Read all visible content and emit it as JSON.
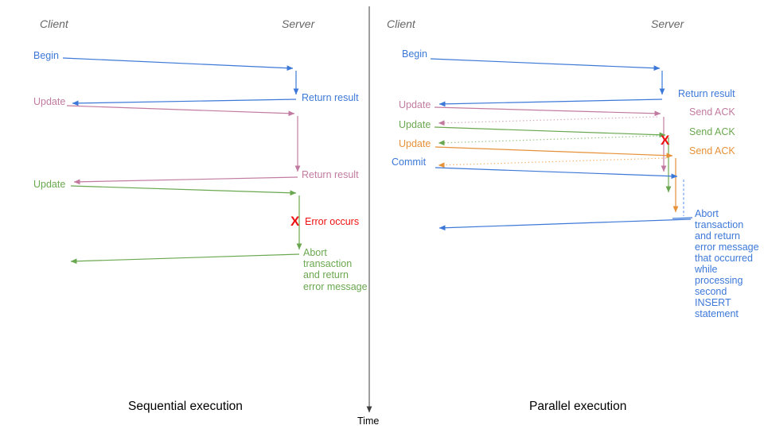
{
  "palette": {
    "blue": "#3c78d8",
    "pink": "#c27ba0",
    "green": "#6aa84f",
    "orange": "#e69138",
    "red": "#ee1111",
    "light-blue": "#6d9eeb",
    "light-pink": "#d5a6bd",
    "light-green": "#93c47d",
    "light-orange": "#f6b26b",
    "header-gray": "#666666",
    "axis-gray": "#3d3d3d",
    "title-black": "#000000"
  },
  "time_axis": {
    "label": "Time"
  },
  "sequential": {
    "title": "Sequential execution",
    "client_header": "Client",
    "server_header": "Server",
    "labels": {
      "begin": "Begin",
      "return_result_1": "Return result",
      "update_1": "Update",
      "return_result_2": "Return result",
      "update_2": "Update",
      "error_x": "X",
      "error_occurs": "Error occurs",
      "abort_note": "Abort\ntransaction\nand return\nerror message"
    }
  },
  "parallel": {
    "title": "Parallel execution",
    "client_header": "Client",
    "server_header": "Server",
    "labels": {
      "begin": "Begin",
      "return_result": "Return result",
      "update_1": "Update",
      "send_ack_1": "Send ACK",
      "update_2": "Update",
      "send_ack_2": "Send ACK",
      "update_3": "Update",
      "send_ack_3": "Send ACK",
      "commit": "Commit",
      "error_x": "X",
      "abort_note": "Abort\ntransaction\nand return\nerror message\nthat occurred\nwhile\nprocessing\nsecond\nINSERT\nstatement"
    }
  }
}
